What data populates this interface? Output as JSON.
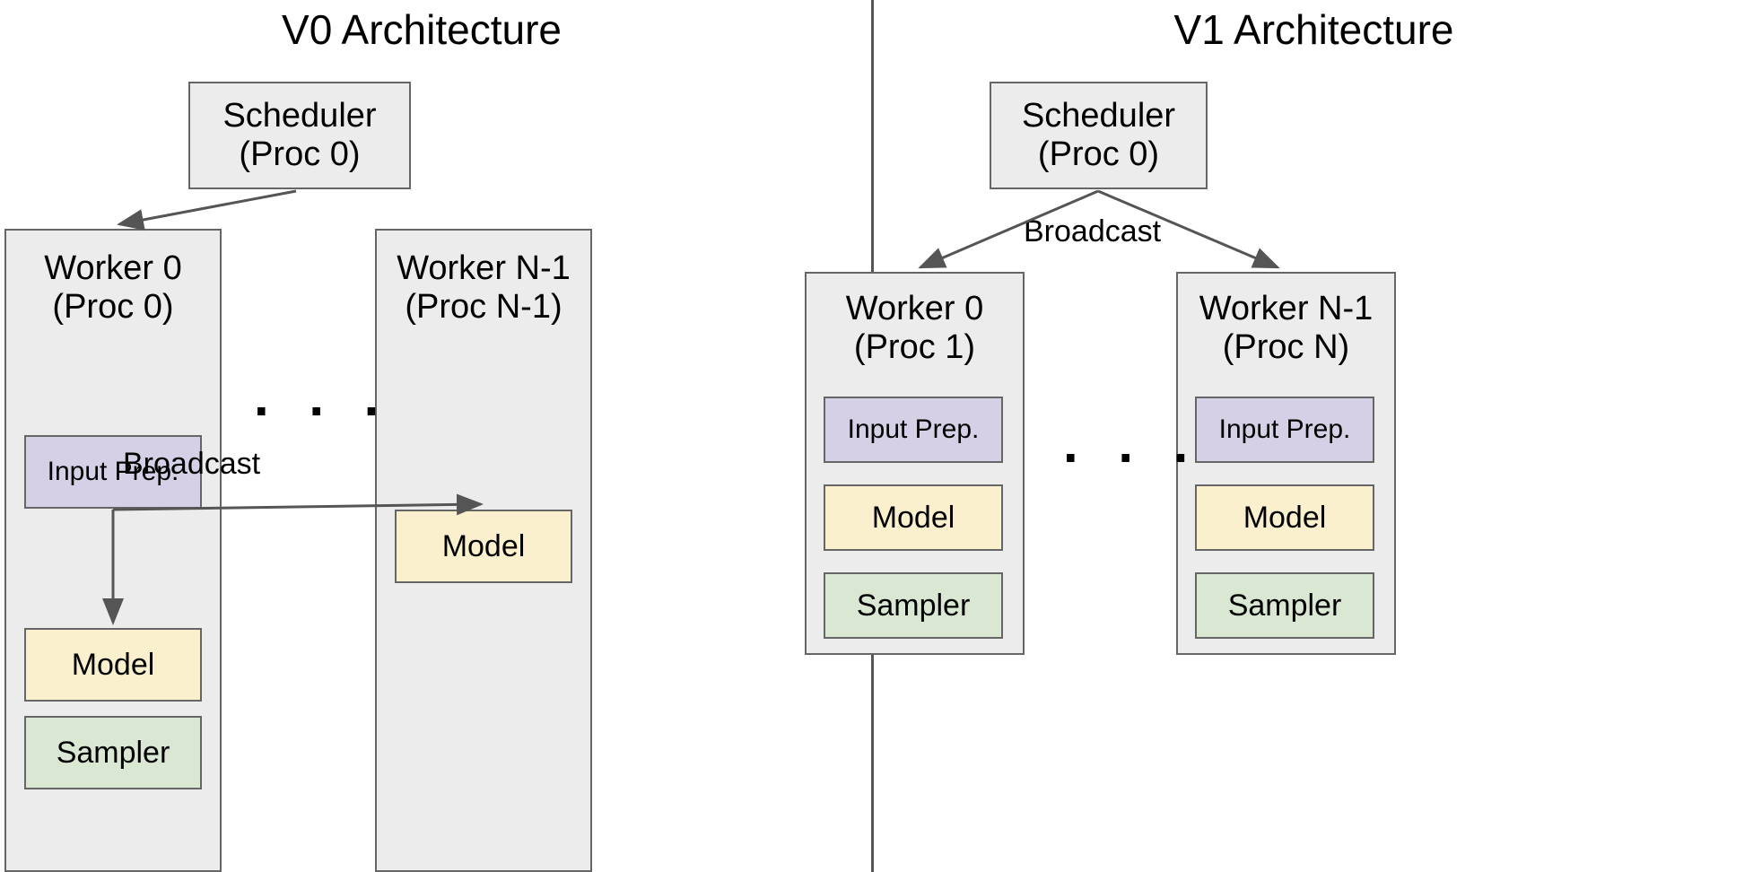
{
  "panels": [
    {
      "id": "v0",
      "title": "V0 Architecture",
      "scheduler": {
        "line1": "Scheduler",
        "line2": "(Proc 0)"
      },
      "workers": [
        {
          "line1": "Worker 0",
          "line2": "(Proc 0)",
          "components": [
            {
              "label": "Input Prep.",
              "color": "#d5d0e5"
            },
            {
              "label": "Model",
              "color": "#fbf0ce"
            },
            {
              "label": "Sampler",
              "color": "#d9e7d3"
            }
          ]
        },
        {
          "line1": "Worker N-1",
          "line2": "(Proc N-1)",
          "components": [
            {
              "label": "Model",
              "color": "#fbf0ce"
            }
          ]
        }
      ],
      "edge_labels": [
        "Broadcast"
      ],
      "ellipsis": ". . ."
    },
    {
      "id": "v1",
      "title": "V1 Architecture",
      "scheduler": {
        "line1": "Scheduler",
        "line2": "(Proc 0)"
      },
      "workers": [
        {
          "line1": "Worker 0",
          "line2": "(Proc 1)",
          "components": [
            {
              "label": "Input Prep.",
              "color": "#d5d0e5"
            },
            {
              "label": "Model",
              "color": "#fbf0ce"
            },
            {
              "label": "Sampler",
              "color": "#d9e7d3"
            }
          ]
        },
        {
          "line1": "Worker N-1",
          "line2": "(Proc N)",
          "components": [
            {
              "label": "Input Prep.",
              "color": "#d5d0e5"
            },
            {
              "label": "Model",
              "color": "#fbf0ce"
            },
            {
              "label": "Sampler",
              "color": "#d9e7d3"
            }
          ]
        }
      ],
      "edge_labels": [
        "Broadcast"
      ],
      "ellipsis": ". . ."
    }
  ],
  "colors": {
    "container_fill": "#ececec",
    "border": "#666666",
    "input_prep": "#d5d0e5",
    "model": "#fbf0ce",
    "sampler": "#d9e7d3",
    "arrow": "#555555",
    "divider": "#555555",
    "background": "#ffffff",
    "text": "#000000"
  }
}
